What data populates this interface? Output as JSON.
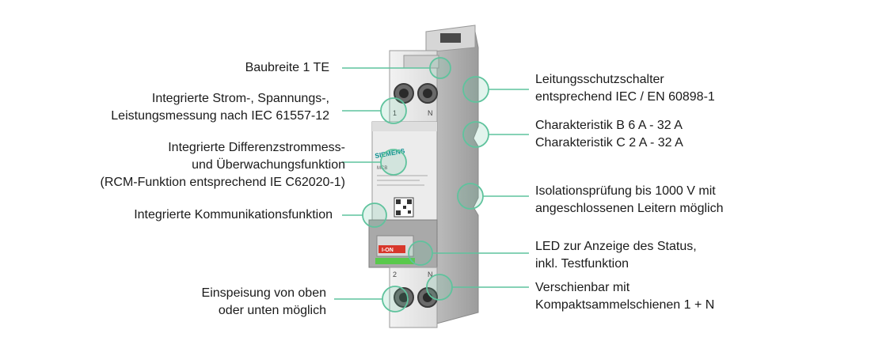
{
  "accent_color": "#5fc39d",
  "brand": "SIEMENS",
  "device": {
    "terminal_top_left": "1",
    "terminal_top_right": "N",
    "terminal_bottom_left": "2",
    "terminal_bottom_right": "N",
    "switch_label": "I-ON",
    "model_text": "MCB"
  },
  "callouts_left": [
    {
      "lines": [
        "Baubreite 1 TE"
      ]
    },
    {
      "lines": [
        "Integrierte Strom-, Spannungs-,",
        "Leistungsmessung nach IEC 61557-12"
      ]
    },
    {
      "lines": [
        "Integrierte Differenzstrommess-",
        "und Überwachungsfunktion",
        "(RCM-Funktion entsprechend IE C62020-1)"
      ]
    },
    {
      "lines": [
        "Integrierte Kommunikationsfunktion"
      ]
    },
    {
      "lines": [
        "Einspeisung von oben",
        "oder unten möglich"
      ]
    }
  ],
  "callouts_right": [
    {
      "lines": [
        "Leitungsschutzschalter",
        "entsprechend IEC / EN 60898-1"
      ]
    },
    {
      "lines": [
        "Charakteristik B 6 A - 32 A",
        "Charakteristik C 2 A - 32 A"
      ]
    },
    {
      "lines": [
        "Isolationsprüfung bis 1000 V mit",
        "angeschlossenen Leitern möglich"
      ]
    },
    {
      "lines": [
        "LED zur Anzeige des Status,",
        "inkl. Testfunktion"
      ]
    },
    {
      "lines": [
        "Verschienbar mit",
        "Kompaktsammelschienen 1 + N"
      ]
    }
  ]
}
